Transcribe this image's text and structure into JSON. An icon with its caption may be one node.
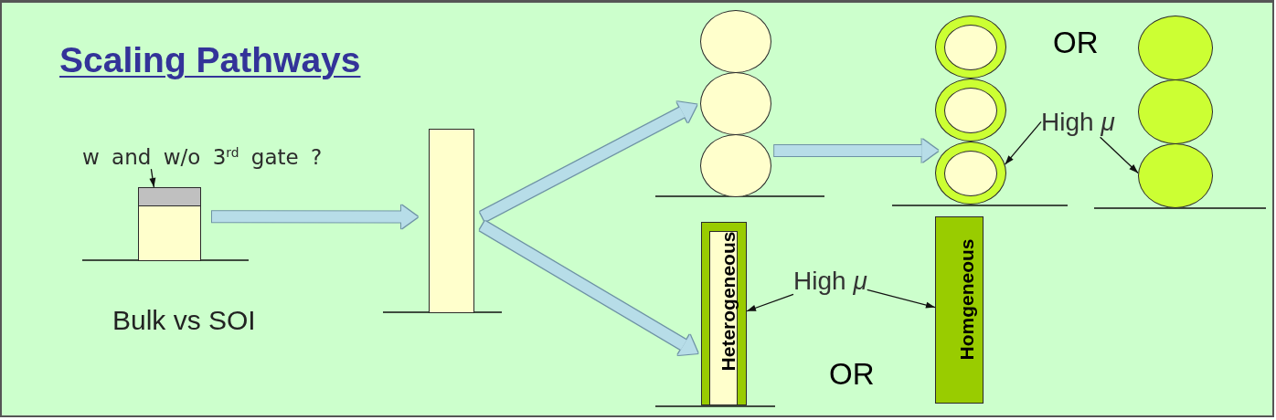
{
  "diagram": {
    "title": "Scaling Pathways",
    "nodes": [
      {
        "text": [
          "w and w/o 3$^{rd}$ gate ?"
        ]
      },
      {
        "text": [],
        "shape": "box"
      },
      {
        "text": [],
        "shape": "box"
      },
      {
        "text": [],
        "shape": "box"
      },
      {
        "text": [],
        "shape": "circle"
      },
      {
        "text": [],
        "shape": "circle"
      },
      {
        "text": [],
        "shape": "circle"
      },
      {
        "text": [],
        "shape": "circle"
      },
      {
        "text": [],
        "shape": "circle",
        "in": 7
      },
      {
        "text": [],
        "shape": "circle"
      },
      {
        "text": [],
        "shape": "circle",
        "in": 9
      },
      {
        "text": [],
        "shape": "circle"
      },
      {
        "text": [],
        "shape": "circle",
        "in": 11
      },
      {
        "text": [
          "High *μ*"
        ]
      },
      {
        "text": [],
        "shape": "circle"
      },
      {
        "text": [],
        "shape": "circle"
      },
      {
        "text": [],
        "shape": "circle"
      },
      {
        "text": [
          "Heterogeneous"
        ]
      },
      {
        "text": [
          "High *μ*"
        ]
      },
      {
        "text": [
          "Homgeneous"
        ]
      }
    ],
    "edges": [
      {
        "from": 0,
        "to": 1,
        "arrow": "to"
      },
      {
        "from": 2,
        "to": 3,
        "arrow": "to",
        "style": "thick",
        "color": "#b7dde8"
      },
      {
        "from": 3,
        "to": 5,
        "arrow": "to",
        "style": "thick",
        "color": "#b7dde8"
      },
      {
        "from": 3,
        "to": 17,
        "arrow": "to",
        "style": "thick",
        "color": "#b7dde8"
      },
      {
        "from": 6,
        "to": 11,
        "arrow": "to",
        "style": "thick",
        "color": "#b7dde8"
      },
      {
        "from": 13,
        "to": 11,
        "arrow": "to"
      },
      {
        "from": 13,
        "to": 16,
        "arrow": "to"
      },
      {
        "from": 18,
        "to": 17,
        "arrow": "to"
      },
      {
        "from": 18,
        "to": 19,
        "arrow": "to"
      }
    ],
    "labels": [
      "OR",
      "Bulk vs SOI",
      "OR"
    ]
  }
}
